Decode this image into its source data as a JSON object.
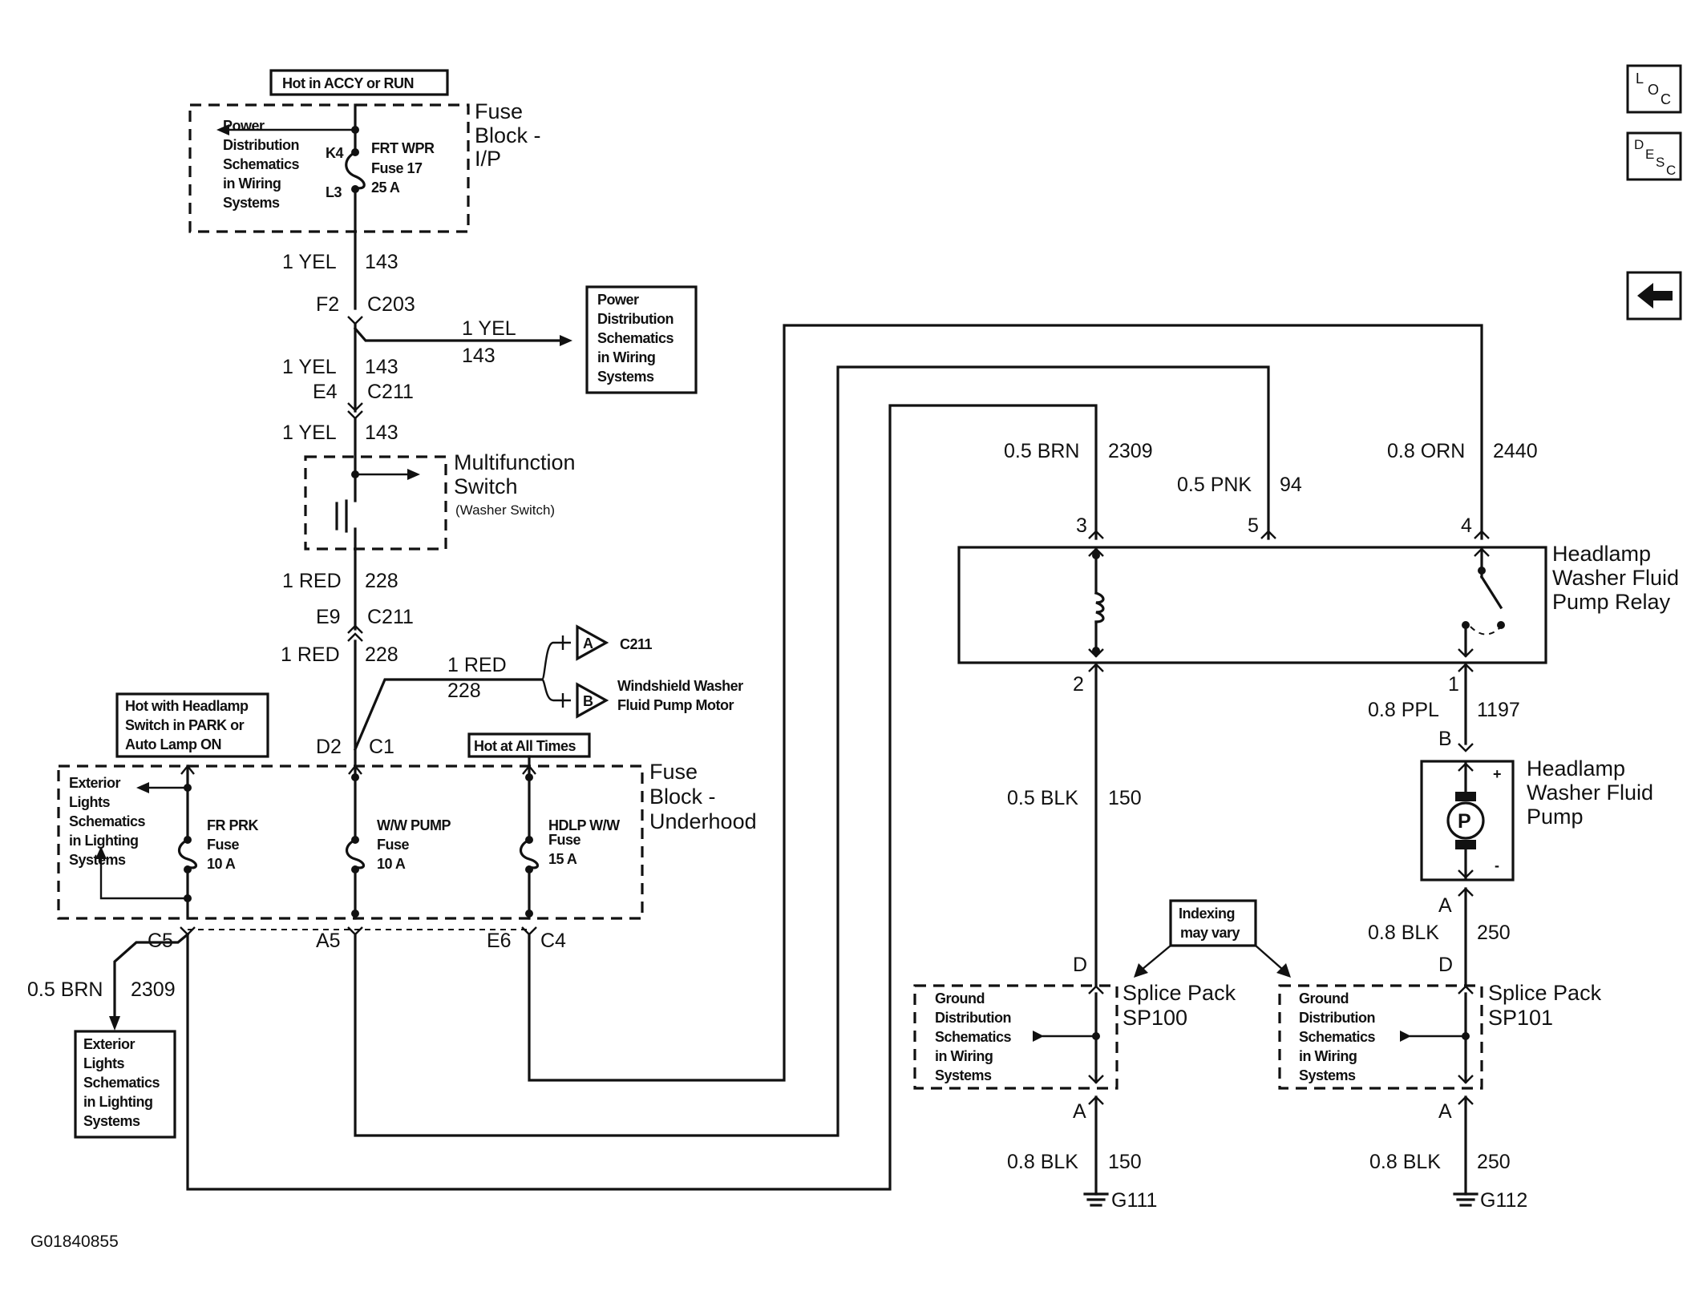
{
  "nav": {
    "loc_label": "LOC",
    "desc_label": "DESC",
    "back_label": "Back"
  },
  "top": {
    "hot_accy_run": "Hot in ACCY or RUN",
    "fuse_block_ip": [
      "Fuse",
      "Block -",
      "I/P"
    ],
    "power_dist_left": [
      "Power",
      "Distribution",
      "Schematics",
      "in Wiring",
      "Systems"
    ],
    "pin_k4": "K4",
    "pin_l3": "L3",
    "frt_wpr_fuse": [
      "FRT WPR",
      "Fuse 17",
      "25 A"
    ]
  },
  "wire_left": {
    "w1_size": "1 YEL",
    "w1_circuit": "143",
    "c203_pin": "F2",
    "c203": "C203",
    "branch_size": "1 YEL",
    "branch_circuit": "143",
    "power_dist_right": [
      "Power",
      "Distribution",
      "Schematics",
      "in Wiring",
      "Systems"
    ],
    "w2_size": "1 YEL",
    "w2_circuit": "143",
    "c211_pin": "E4",
    "c211": "C211",
    "w3_size": "1 YEL",
    "w3_circuit": "143",
    "multifunction": [
      "Multifunction",
      "Switch"
    ],
    "washer_switch": "(Washer Switch)",
    "w4_size": "1 RED",
    "w4_circuit": "228",
    "c211b_pin": "E9",
    "c211b": "C211",
    "w5_size": "1 RED",
    "w5_circuit": "228",
    "branch2_size": "1 RED",
    "branch2_circuit": "228",
    "conn_a": "A",
    "conn_a_label": "C211",
    "conn_b": "B",
    "conn_b_label": [
      "Windshield Washer",
      "Fluid Pump Motor"
    ],
    "d2": "D2",
    "c1": "C1"
  },
  "underhood": {
    "hot_headlamp": [
      "Hot with Headlamp",
      "Switch in PARK or",
      "Auto Lamp ON"
    ],
    "hot_all_times": "Hot at All Times",
    "title": [
      "Fuse",
      "Block -",
      "Underhood"
    ],
    "exterior_lights": [
      "Exterior",
      "Lights",
      "Schematics",
      "in Lighting",
      "Systems"
    ],
    "fr_prk": [
      "FR PRK",
      "Fuse",
      "10 A"
    ],
    "ww_pump": [
      "W/W PUMP",
      "Fuse",
      "10 A"
    ],
    "hdlp_ww": [
      "HDLP W/W",
      "Fuse",
      "15 A"
    ],
    "c5": "C5",
    "a5": "A5",
    "e6": "E6",
    "c4": "C4",
    "brn_size": "0.5 BRN",
    "brn_circuit": "2309",
    "exterior_lights_box": [
      "Exterior",
      "Lights",
      "Schematics",
      "in Lighting",
      "Systems"
    ]
  },
  "relay": {
    "w_brn_size": "0.5 BRN",
    "w_brn_circuit": "2309",
    "w_pnk_size": "0.5 PNK",
    "w_pnk_circuit": "94",
    "w_orn_size": "0.8 ORN",
    "w_orn_circuit": "2440",
    "pin3": "3",
    "pin5": "5",
    "pin4": "4",
    "pin2": "2",
    "pin1": "1",
    "title": [
      "Headlamp",
      "Washer Fluid",
      "Pump Relay"
    ]
  },
  "pump": {
    "w_ppl_size": "0.8 PPL",
    "w_ppl_circuit": "1197",
    "pin_b": "B",
    "pin_a": "A",
    "motor": "P",
    "plus": "+",
    "minus": "-",
    "title": [
      "Headlamp",
      "Washer Fluid",
      "Pump"
    ],
    "w_blk_size": "0.8 BLK",
    "w_blk_circuit": "250"
  },
  "ground": {
    "w_blk150_size": "0.5 BLK",
    "w_blk150_circuit": "150",
    "indexing": [
      "Indexing",
      "may vary"
    ],
    "sp100_pin_d": "D",
    "sp100_pin_a": "A",
    "sp100_title": [
      "Splice Pack",
      "SP100"
    ],
    "sp101_pin_d": "D",
    "sp101_pin_a": "A",
    "sp101_title": [
      "Splice Pack",
      "SP101"
    ],
    "ground_dist": [
      "Ground",
      "Distribution",
      "Schematics",
      "in Wiring",
      "Systems"
    ],
    "g111_size": "0.8 BLK",
    "g111_circuit": "150",
    "g111": "G111",
    "g112_size": "0.8 BLK",
    "g112_circuit": "250",
    "g112": "G112"
  },
  "figure_id": "G01840855"
}
